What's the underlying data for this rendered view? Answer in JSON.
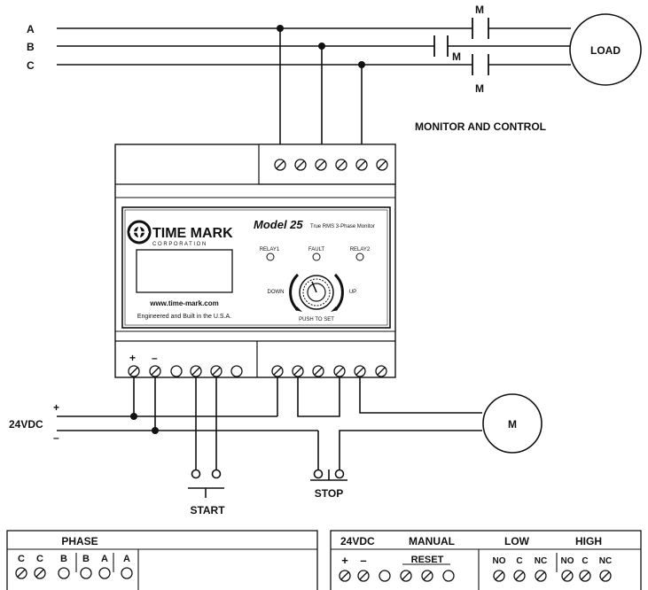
{
  "lines": {
    "a": "A",
    "b": "B",
    "c": "C"
  },
  "contactor_label": "M",
  "load_label": "LOAD",
  "motor_label": "M",
  "monitor_caption": "MONITOR AND CONTROL",
  "supply": {
    "voltage": "24VDC",
    "plus": "+",
    "minus": "–"
  },
  "start_label": "START",
  "stop_label": "STOP",
  "device": {
    "brand": "TIME MARK",
    "corporation": "C O R P O R A T I O N",
    "model": "Model 25",
    "subtitle": "True RMS 3-Phase Monitor",
    "website": "www.time-mark.com",
    "made_in": "Engineered and Built in the U.S.A.",
    "relay1": "RELAY1",
    "fault": "FAULT",
    "relay2": "RELAY2",
    "down": "DOWN",
    "up": "UP",
    "push_to_set": "PUSH TO SET",
    "terminal_plus": "+",
    "terminal_minus": "–"
  },
  "phase_box": {
    "title": "PHASE",
    "terminals": [
      "C",
      "C",
      "B",
      "B",
      "A",
      "A"
    ]
  },
  "control_box": {
    "supply": "24VDC",
    "manual": "MANUAL",
    "reset": "RESET",
    "low": "LOW",
    "high": "HIGH",
    "plus": "+",
    "minus": "–",
    "low_terminals": [
      "NO",
      "C",
      "NC"
    ],
    "high_terminals": [
      "NO",
      "C",
      "NC"
    ]
  }
}
